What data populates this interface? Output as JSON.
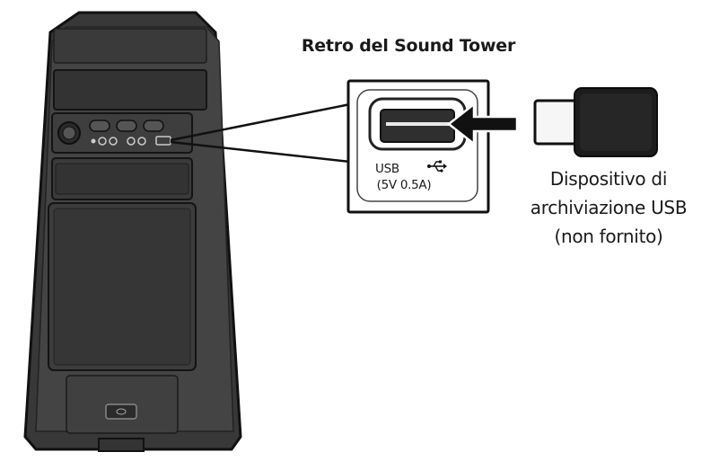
{
  "diagram": {
    "title": "Retro del Sound Tower",
    "port_label_line1": "USB",
    "port_label_line2": "(5V 0.5A)",
    "device_label_lines": [
      "Dispositivo di",
      "archiviazione USB",
      "(non fornito)"
    ],
    "icons": {
      "usb_symbol": "usb-symbol-icon",
      "arrow": "arrow-left-icon"
    },
    "colors": {
      "tower_body": "#3b3b3b",
      "tower_outline": "#111111",
      "panel": "#4a4a4a",
      "screen": "#5a5a5a",
      "port_box_border": "#111111",
      "port_socket": "#2f2f2f",
      "usb_plug_body": "#1c1c1c",
      "usb_plug_connector": "#f4f4f4"
    }
  }
}
